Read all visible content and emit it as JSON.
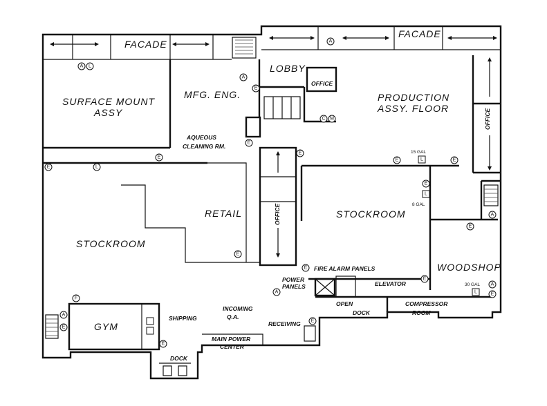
{
  "rooms": {
    "facade_left": "FACADE",
    "facade_right": "FACADE",
    "lobby": "LOBBY",
    "office_lobby": "OFFICE",
    "surface_mount_1": "SURFACE MOUNT",
    "surface_mount_2": "ASSY",
    "mfg_eng": "MFG. ENG.",
    "production_1": "PRODUCTION",
    "production_2": "ASSY. FLOOR",
    "office_right": "OFFICE",
    "aqueous_1": "AQUEOUS",
    "aqueous_2": "CLEANING RM.",
    "retail": "RETAIL",
    "stockroom_center": "STOCKROOM",
    "stockroom_left": "STOCKROOM",
    "office_center": "OFFICE",
    "woodshop": "WOODSHOP",
    "fire_alarm": "FIRE ALARM PANELS",
    "power_panels_1": "POWER",
    "power_panels_2": "PANELS",
    "elevator": "ELEVATOR",
    "gym": "GYM",
    "shipping": "SHIPPING",
    "incoming_1": "INCOMING",
    "incoming_2": "Q.A.",
    "receiving": "RECEIVING",
    "open_dock_1": "OPEN",
    "open_dock_2": "DOCK",
    "compressor_1": "COMPRESSOR",
    "compressor_2": "ROOM",
    "main_power_1": "MAIN POWER",
    "main_power_2": "CENTER",
    "dock": "DOCK",
    "gal_15": "15 GAL",
    "gal_8": "8 GAL",
    "gal_30": "30 GAL"
  },
  "symbols": {
    "A": "A",
    "E": "E",
    "L": "L",
    "C": "C",
    "M": "M",
    "F": "F"
  }
}
